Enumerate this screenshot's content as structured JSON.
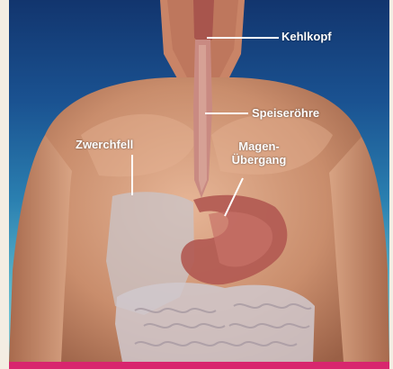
{
  "labels": {
    "kehlkopf": "Kehlkopf",
    "speiseroehre": "Speiseröhre",
    "zwerchfell": "Zwerchfell",
    "magen_line1": "Magen-",
    "magen_line2": "Übergang"
  },
  "colors": {
    "accent_bar": "#d8266e",
    "page_background": "#f3ede3",
    "background_top": "#12356e",
    "background_bottom": "#86ccd6",
    "label_text": "#ffffff"
  }
}
